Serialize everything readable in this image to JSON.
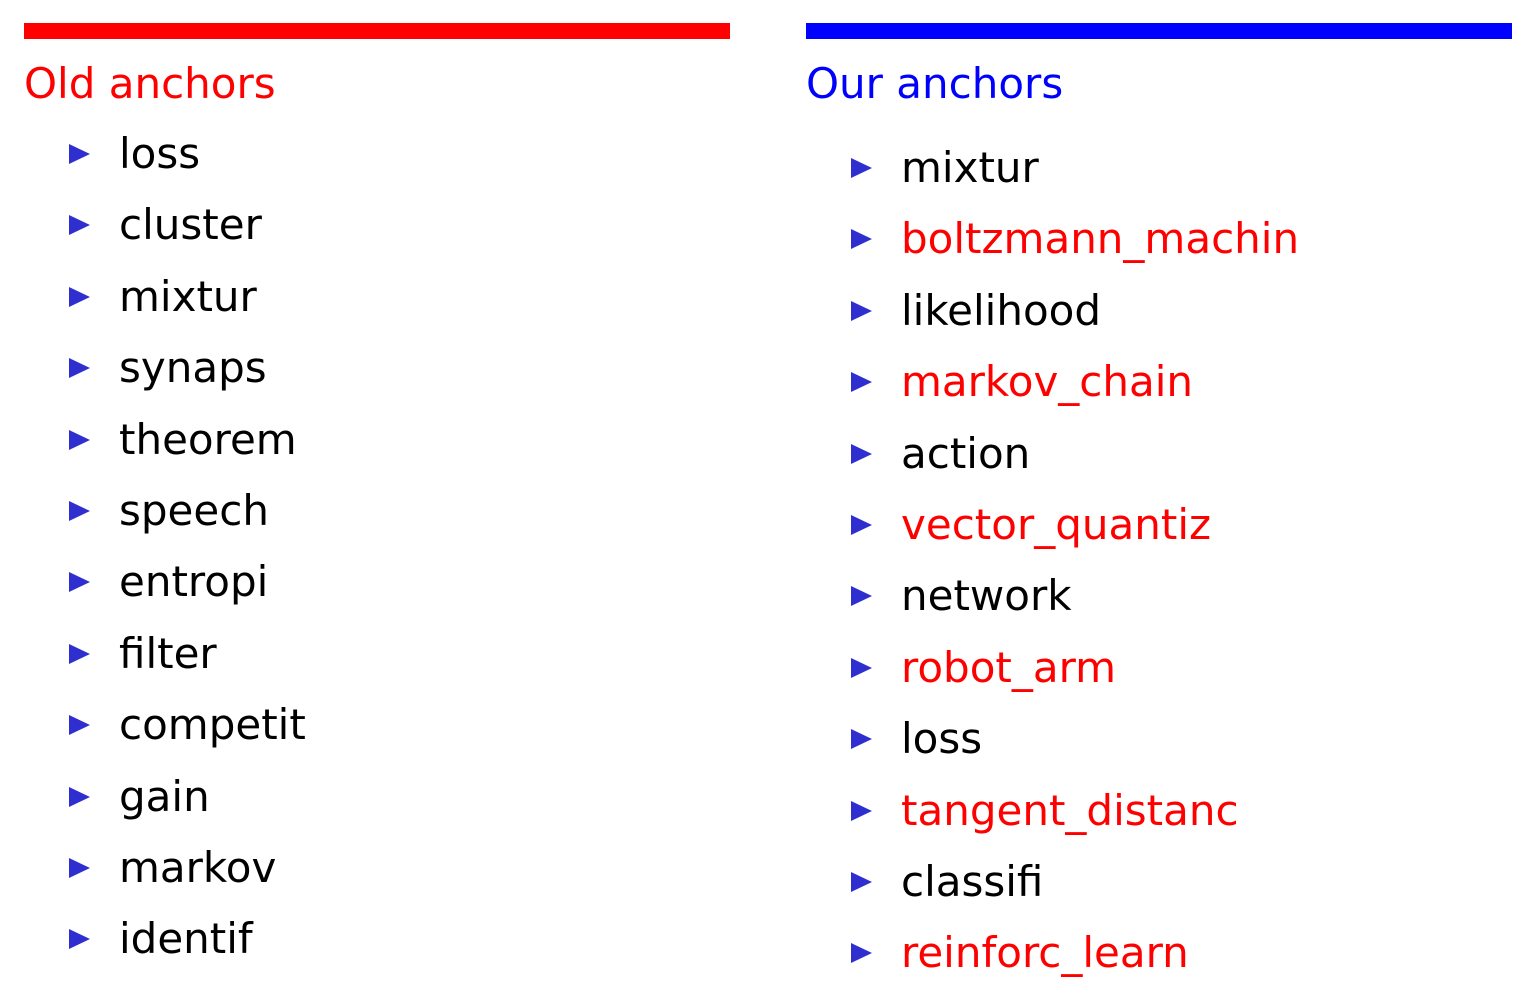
{
  "old_anchors": {
    "title": "Old anchors",
    "bar_color": "#ff0000",
    "title_color": "#ff0000",
    "bullet_icon": "triangle-right-icon",
    "items": [
      {
        "label": "loss",
        "highlight": false
      },
      {
        "label": "cluster",
        "highlight": false
      },
      {
        "label": "mixtur",
        "highlight": false
      },
      {
        "label": "synaps",
        "highlight": false
      },
      {
        "label": "theorem",
        "highlight": false
      },
      {
        "label": "speech",
        "highlight": false
      },
      {
        "label": "entropi",
        "highlight": false
      },
      {
        "label": "filter",
        "highlight": false
      },
      {
        "label": "competit",
        "highlight": false
      },
      {
        "label": "gain",
        "highlight": false
      },
      {
        "label": "markov",
        "highlight": false
      },
      {
        "label": "identif",
        "highlight": false
      }
    ]
  },
  "our_anchors": {
    "title": "Our anchors",
    "bar_color": "#0000ff",
    "title_color": "#0000ff",
    "bullet_icon": "triangle-right-icon",
    "items": [
      {
        "label": "mixtur",
        "highlight": false
      },
      {
        "label": "boltzmann_machin",
        "highlight": true
      },
      {
        "label": "likelihood",
        "highlight": false
      },
      {
        "label": "markov_chain",
        "highlight": true
      },
      {
        "label": "action",
        "highlight": false
      },
      {
        "label": "vector_quantiz",
        "highlight": true
      },
      {
        "label": "network",
        "highlight": false
      },
      {
        "label": "robot_arm",
        "highlight": true
      },
      {
        "label": "loss",
        "highlight": false
      },
      {
        "label": "tangent_distanc",
        "highlight": true
      },
      {
        "label": "classifi",
        "highlight": false
      },
      {
        "label": "reinforc_learn",
        "highlight": true
      }
    ]
  },
  "colors": {
    "normal_text": "#000000",
    "highlight_text": "#ff0000",
    "bullet": "#2f2fd0"
  }
}
